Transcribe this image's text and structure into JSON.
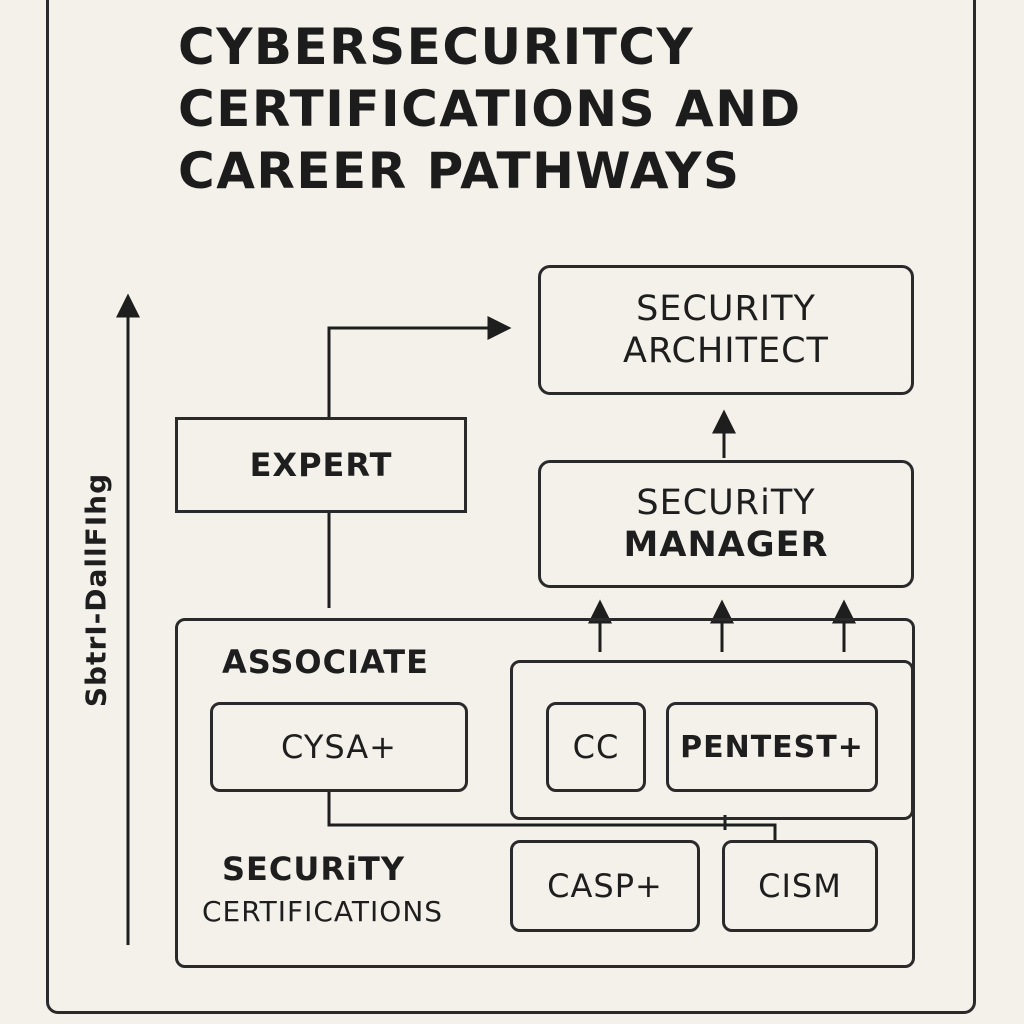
{
  "title": {
    "line1": "CYBERSECURITCY",
    "line2": "CERTIFICATIONS AND",
    "line3": "CAREER PATHWAYS"
  },
  "axis_label": "SbtrI-DallFIhg",
  "roles": {
    "architect": {
      "line1": "SECURITY",
      "line2": "ARCHITECT"
    },
    "manager": {
      "line1": "SECURiTY",
      "line2": "MANAGER"
    }
  },
  "levels": {
    "expert": "EXPERT",
    "associate": "ASSOCIATE"
  },
  "group_label": {
    "line1": "SECURiTY",
    "line2": "CERTIFICATIONS"
  },
  "certifications": {
    "cysa": "CYSA+",
    "cc": "CC",
    "pentest": "PENTEST+",
    "casp": "CASP+",
    "cism": "CISM"
  },
  "colors": {
    "background": "#f3f1ea",
    "ink": "#2a2a2a"
  }
}
